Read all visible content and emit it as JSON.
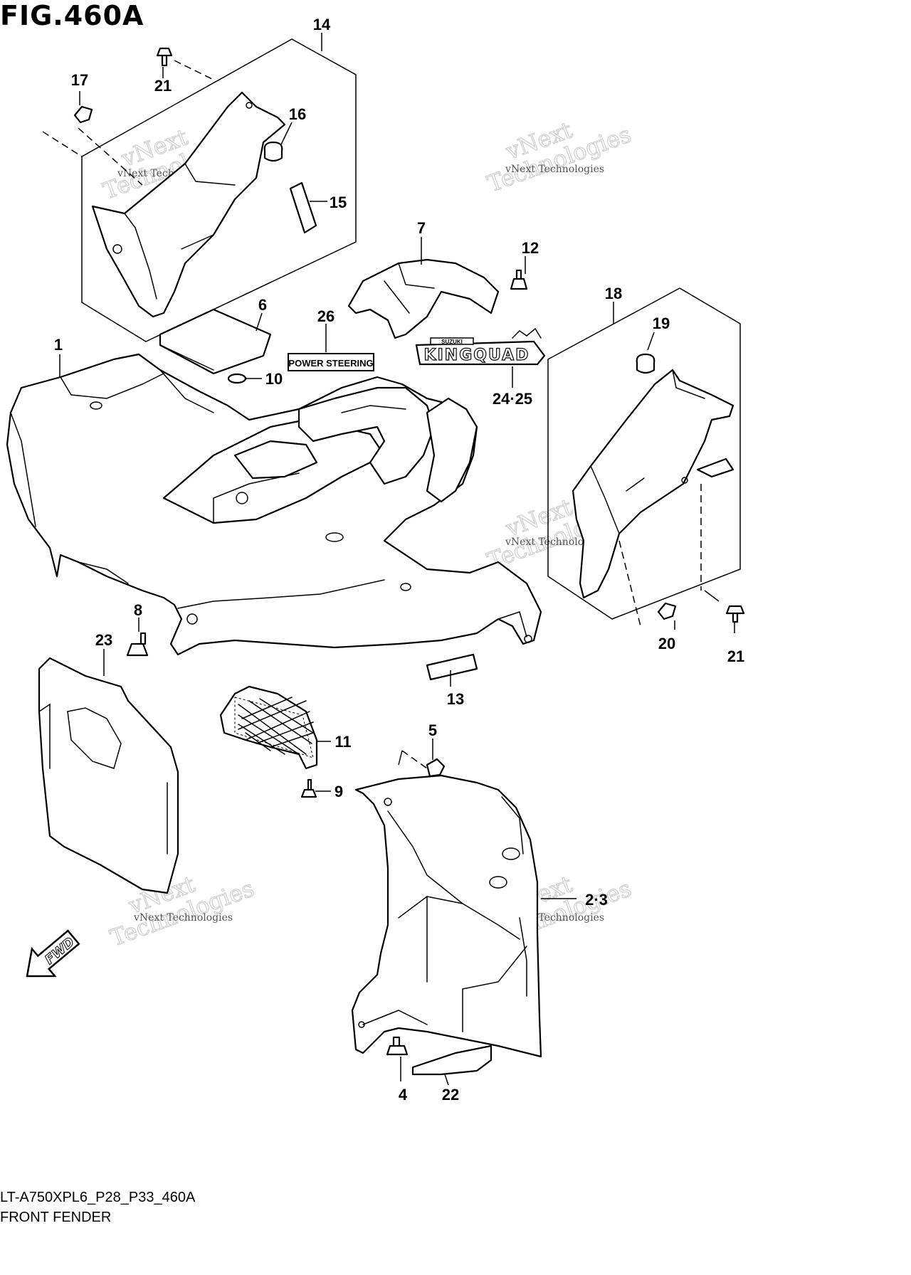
{
  "figure_title": "FIG.460A",
  "model_code": "LT-A750XPL6_P28_P33_460A",
  "section_name": "FRONT FENDER",
  "watermark": {
    "small": "vNext Technologies",
    "large": "Technologies",
    "large_top": "vNext"
  },
  "decals": {
    "power_steering": "POWER STEERING",
    "kingquad": "KINGQUAD",
    "brand_small": "SUZUKI"
  },
  "fwd_label": "FWD",
  "callouts": [
    "1",
    "2·3",
    "4",
    "5",
    "6",
    "7",
    "8",
    "9",
    "10",
    "11",
    "12",
    "13",
    "14",
    "15",
    "16",
    "17",
    "18",
    "19",
    "20",
    "21",
    "21",
    "22",
    "23",
    "24·25",
    "26"
  ]
}
